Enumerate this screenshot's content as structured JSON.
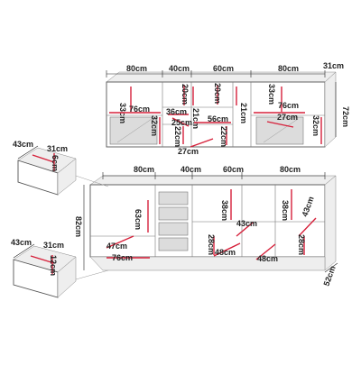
{
  "upper": {
    "widths": [
      "80cm",
      "40cm",
      "60cm",
      "80cm"
    ],
    "depth": "31cm",
    "height": "72cm",
    "inner": [
      "33cm",
      "20cm",
      "21cm",
      "20cm",
      "21cm",
      "33cm",
      "76cm",
      "32cm",
      "25cm",
      "36cm",
      "22cm",
      "56cm",
      "22cm",
      "27cm",
      "76cm",
      "32cm",
      "27cm"
    ]
  },
  "lower": {
    "widths": [
      "80cm",
      "40cm",
      "60cm",
      "80cm"
    ],
    "depth": "52cm",
    "height": "82cm",
    "inner": [
      "63cm",
      "38cm",
      "38cm",
      "43cm",
      "43cm",
      "28cm",
      "28cm",
      "48cm",
      "48cm",
      "47cm",
      "76cm"
    ]
  },
  "drawer_top": {
    "depth": "43cm",
    "width": "31cm",
    "height": "6cm"
  },
  "drawer_bottom": {
    "depth": "43cm",
    "width": "31cm",
    "height": "12cm"
  }
}
